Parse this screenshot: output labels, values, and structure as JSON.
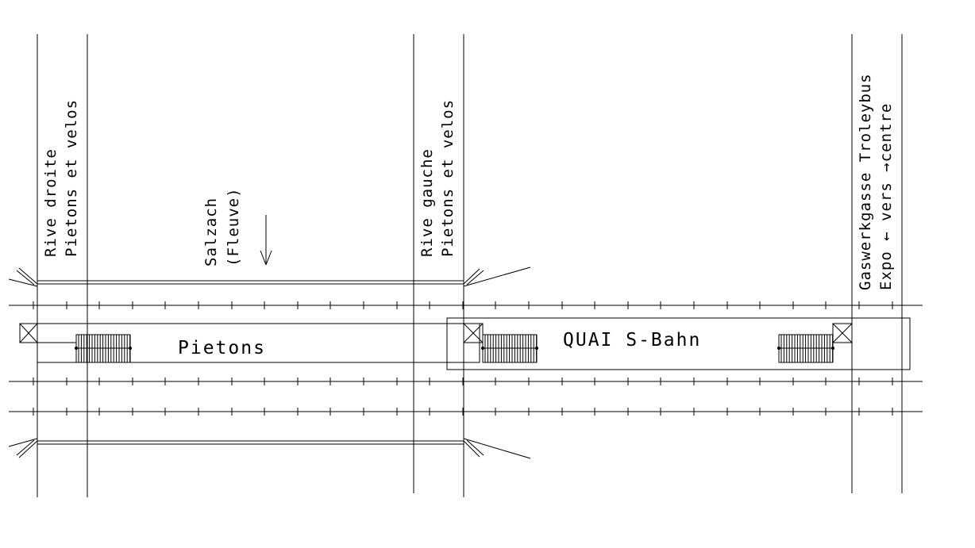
{
  "labels": {
    "rive_droite_1": "Rive droite",
    "rive_droite_2": "Pietons et velos",
    "salzach_1": "Salzach",
    "salzach_2": "(Fleuve)",
    "rive_gauche_1": "Rive gauche",
    "rive_gauche_2": "Pietons et velos",
    "gaswerk_1": "Gaswerkgasse Troleybus",
    "gaswerk_2": "Expo ← vers →centre",
    "pietons": "Pietons",
    "quai": "QUAI S-Bahn"
  }
}
